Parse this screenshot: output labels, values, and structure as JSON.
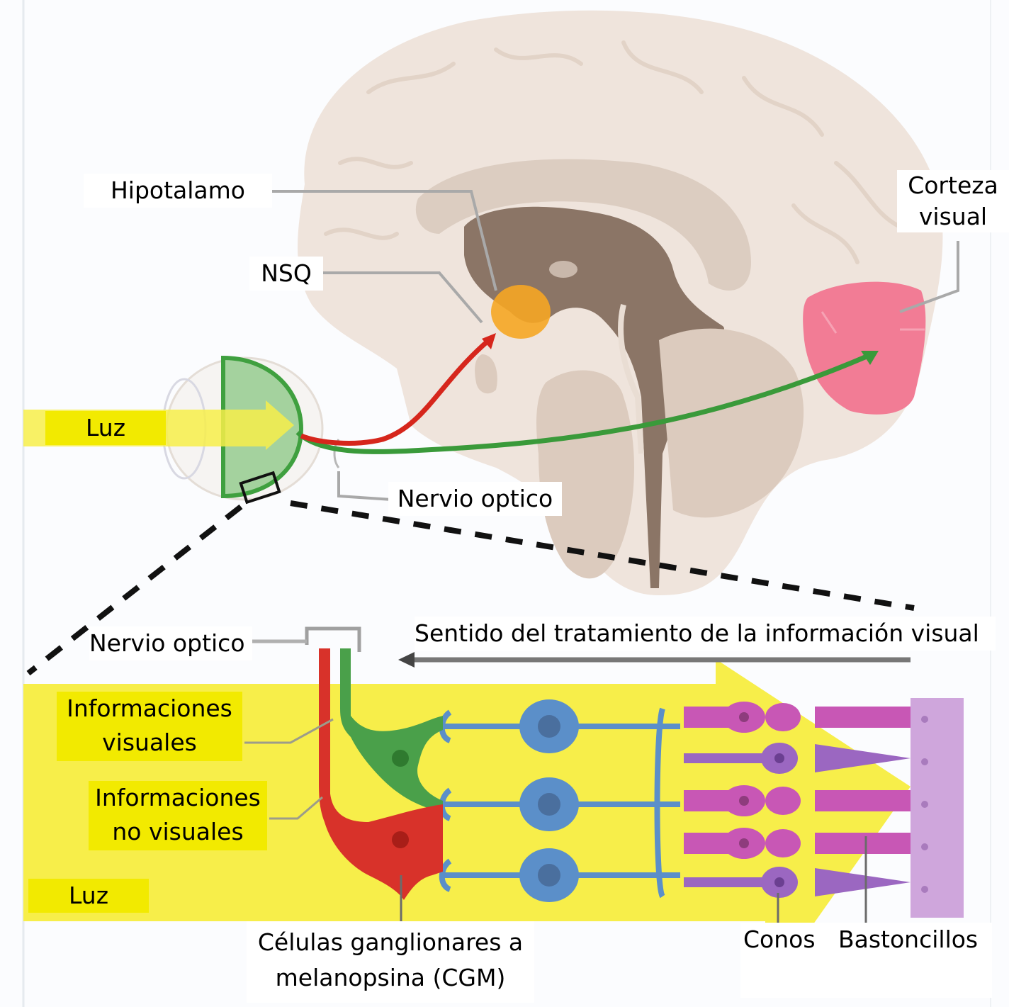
{
  "labels": {
    "hipotalamo": "Hipotalamo",
    "nsq": "NSQ",
    "corteza_visual_line1": "Corteza",
    "corteza_visual_line2": "visual",
    "luz_top": "Luz",
    "nervio_optico_top": "Nervio optico",
    "nervio_optico_bottom": "Nervio optico",
    "sentido": "Sentido del tratamiento de la información visual",
    "info_visuales_line1": "Informaciones",
    "info_visuales_line2": "visuales",
    "info_no_visuales_line1": "Informaciones",
    "info_no_visuales_line2": "no visuales",
    "luz_bottom": "Luz",
    "cgm_line1": "Células ganglionares a",
    "cgm_line2": "melanopsina (CGM)",
    "conos": "Conos",
    "bastoncillos": "Bastoncillos"
  },
  "colors": {
    "brain_outer": "#efe4dc",
    "brain_inner": "#dcccbf",
    "brain_dark": "#8b7566",
    "nsq": "#f5a623",
    "visual_cortex": "#f27c95",
    "green_pathway": "#3a9a3a",
    "red_pathway": "#d6261c",
    "light_yellow": "#f7ee4a",
    "label_yellow": "#f2ea00",
    "bipolar_blue": "#5b8fc9",
    "cone_magenta": "#c857b5",
    "rod_purple": "#9b67c1",
    "epithelium": "#cfa6dc"
  }
}
